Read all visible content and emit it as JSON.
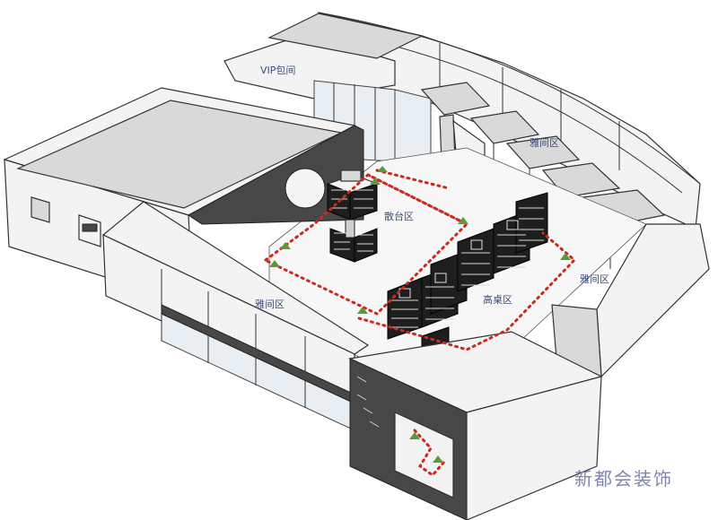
{
  "zones": [
    {
      "id": "vip",
      "label": "VIP包间"
    },
    {
      "id": "yajian-right-top",
      "label": "雅间区"
    },
    {
      "id": "santai",
      "label": "散台区"
    },
    {
      "id": "yajian-left",
      "label": "雅间区"
    },
    {
      "id": "gaozhuo",
      "label": "高桌区"
    },
    {
      "id": "yajian-right",
      "label": "雅间区"
    }
  ],
  "watermark": "新都会装饰",
  "colors": {
    "route": "#cc2a1f",
    "arrow": "#5a9a3a",
    "label": "#3f4f7a",
    "watermark": "#7d86b4"
  }
}
